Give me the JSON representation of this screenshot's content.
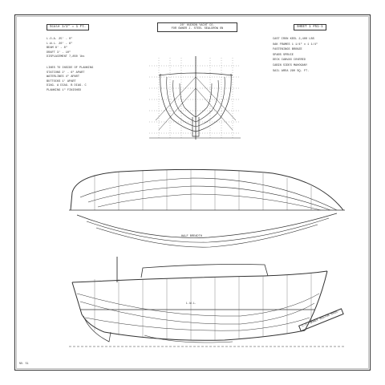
{
  "drawing": {
    "scale_label": "Scale 1/2\" = 1 Ft.",
    "title_line1": "20' HUDSON YACHT CO.",
    "title_line2": "FOR OWNER J. STEEL  SEALDROW ON",
    "sheet_label": "SHEET 1  #51-1",
    "specs": [
      "L.O.A. 25' - 0\"",
      "L.W.L. 20' - 6\"",
      "BEAM 8' - 8\"",
      "DRAFT 3' - 10\"",
      "DISPLACEMENT 7,850 lbs"
    ],
    "notes_left": [
      "LINES TO INSIDE OF PLANKING",
      "STATIONS 2' - 6\" APART",
      "WATERLINES 4\" APART",
      "BUTTOCKS 1' APART",
      "DIAG. A   DIAG. B   DIAG. C",
      "PLANKING 1\" FINISHED"
    ],
    "notes_right": [
      "CAST IRON KEEL 2,400 LBS",
      "OAK FRAMES 1 1/4\" x 1 1/4\"",
      "FASTENINGS BRONZE",
      "SPARS SPRUCE",
      "DECK CANVAS COVERED",
      "CABIN SIDES MAHOGANY",
      "SAIL AREA 290 SQ. FT."
    ],
    "half_breadth_label": "HALF BREADTH",
    "waterline_label": "L.W.L.",
    "stamp_text": "C.D. MOWER  BOSTON MASS.",
    "corner_note": "NO. 51"
  }
}
